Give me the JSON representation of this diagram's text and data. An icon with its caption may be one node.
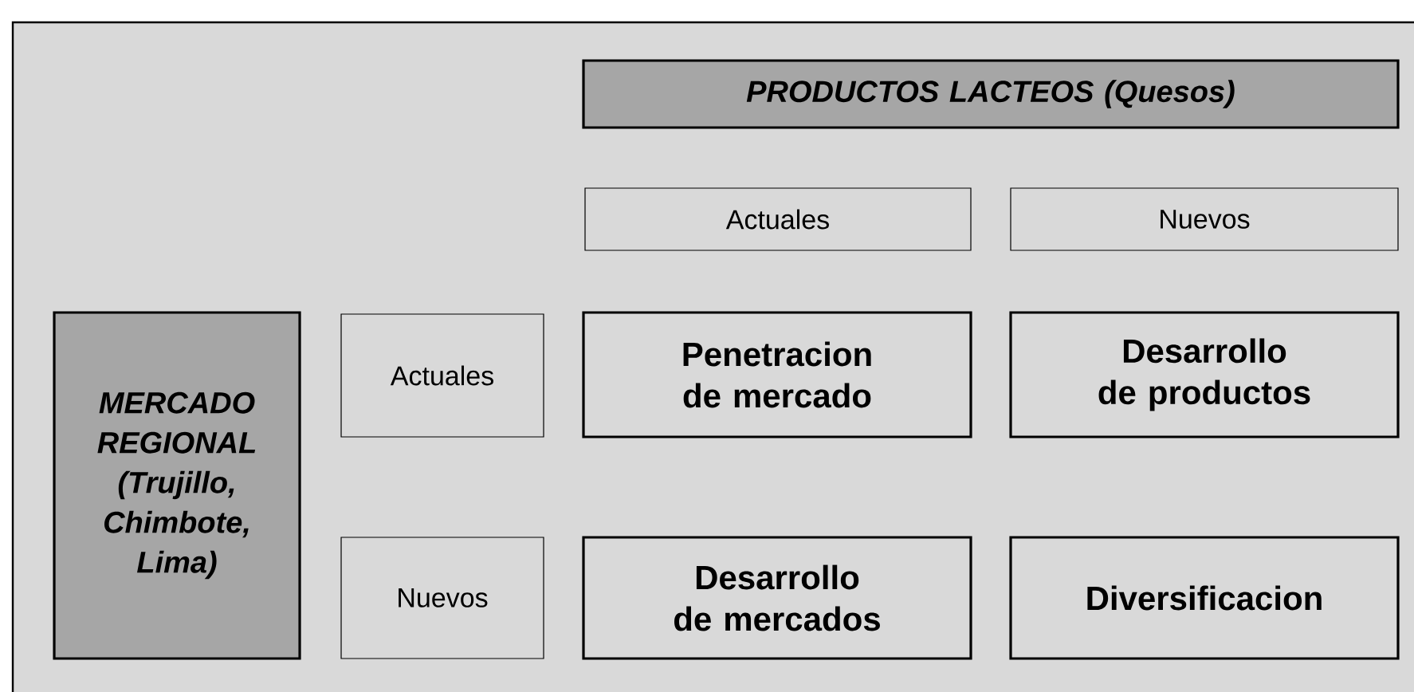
{
  "diagram": {
    "nodes": [
      {
        "text": [
          "PRODUCTOS LACTEOS (Quesos)"
        ]
      },
      {
        "text": [
          "Actuales"
        ]
      },
      {
        "text": [
          "Nuevos"
        ]
      },
      {
        "text": [
          "MERCADO REGIONAL (Trujillo, Chimbote, Lima)"
        ]
      },
      {
        "text": [
          "Actuales"
        ]
      },
      {
        "text": [
          "Nuevos"
        ]
      },
      {
        "text": [
          "Penetracion de mercado"
        ]
      },
      {
        "text": [
          "Desarrollo de productos"
        ]
      },
      {
        "text": [
          "Desarrollo de mercados"
        ]
      },
      {
        "text": [
          "Diversificacion"
        ]
      }
    ]
  }
}
